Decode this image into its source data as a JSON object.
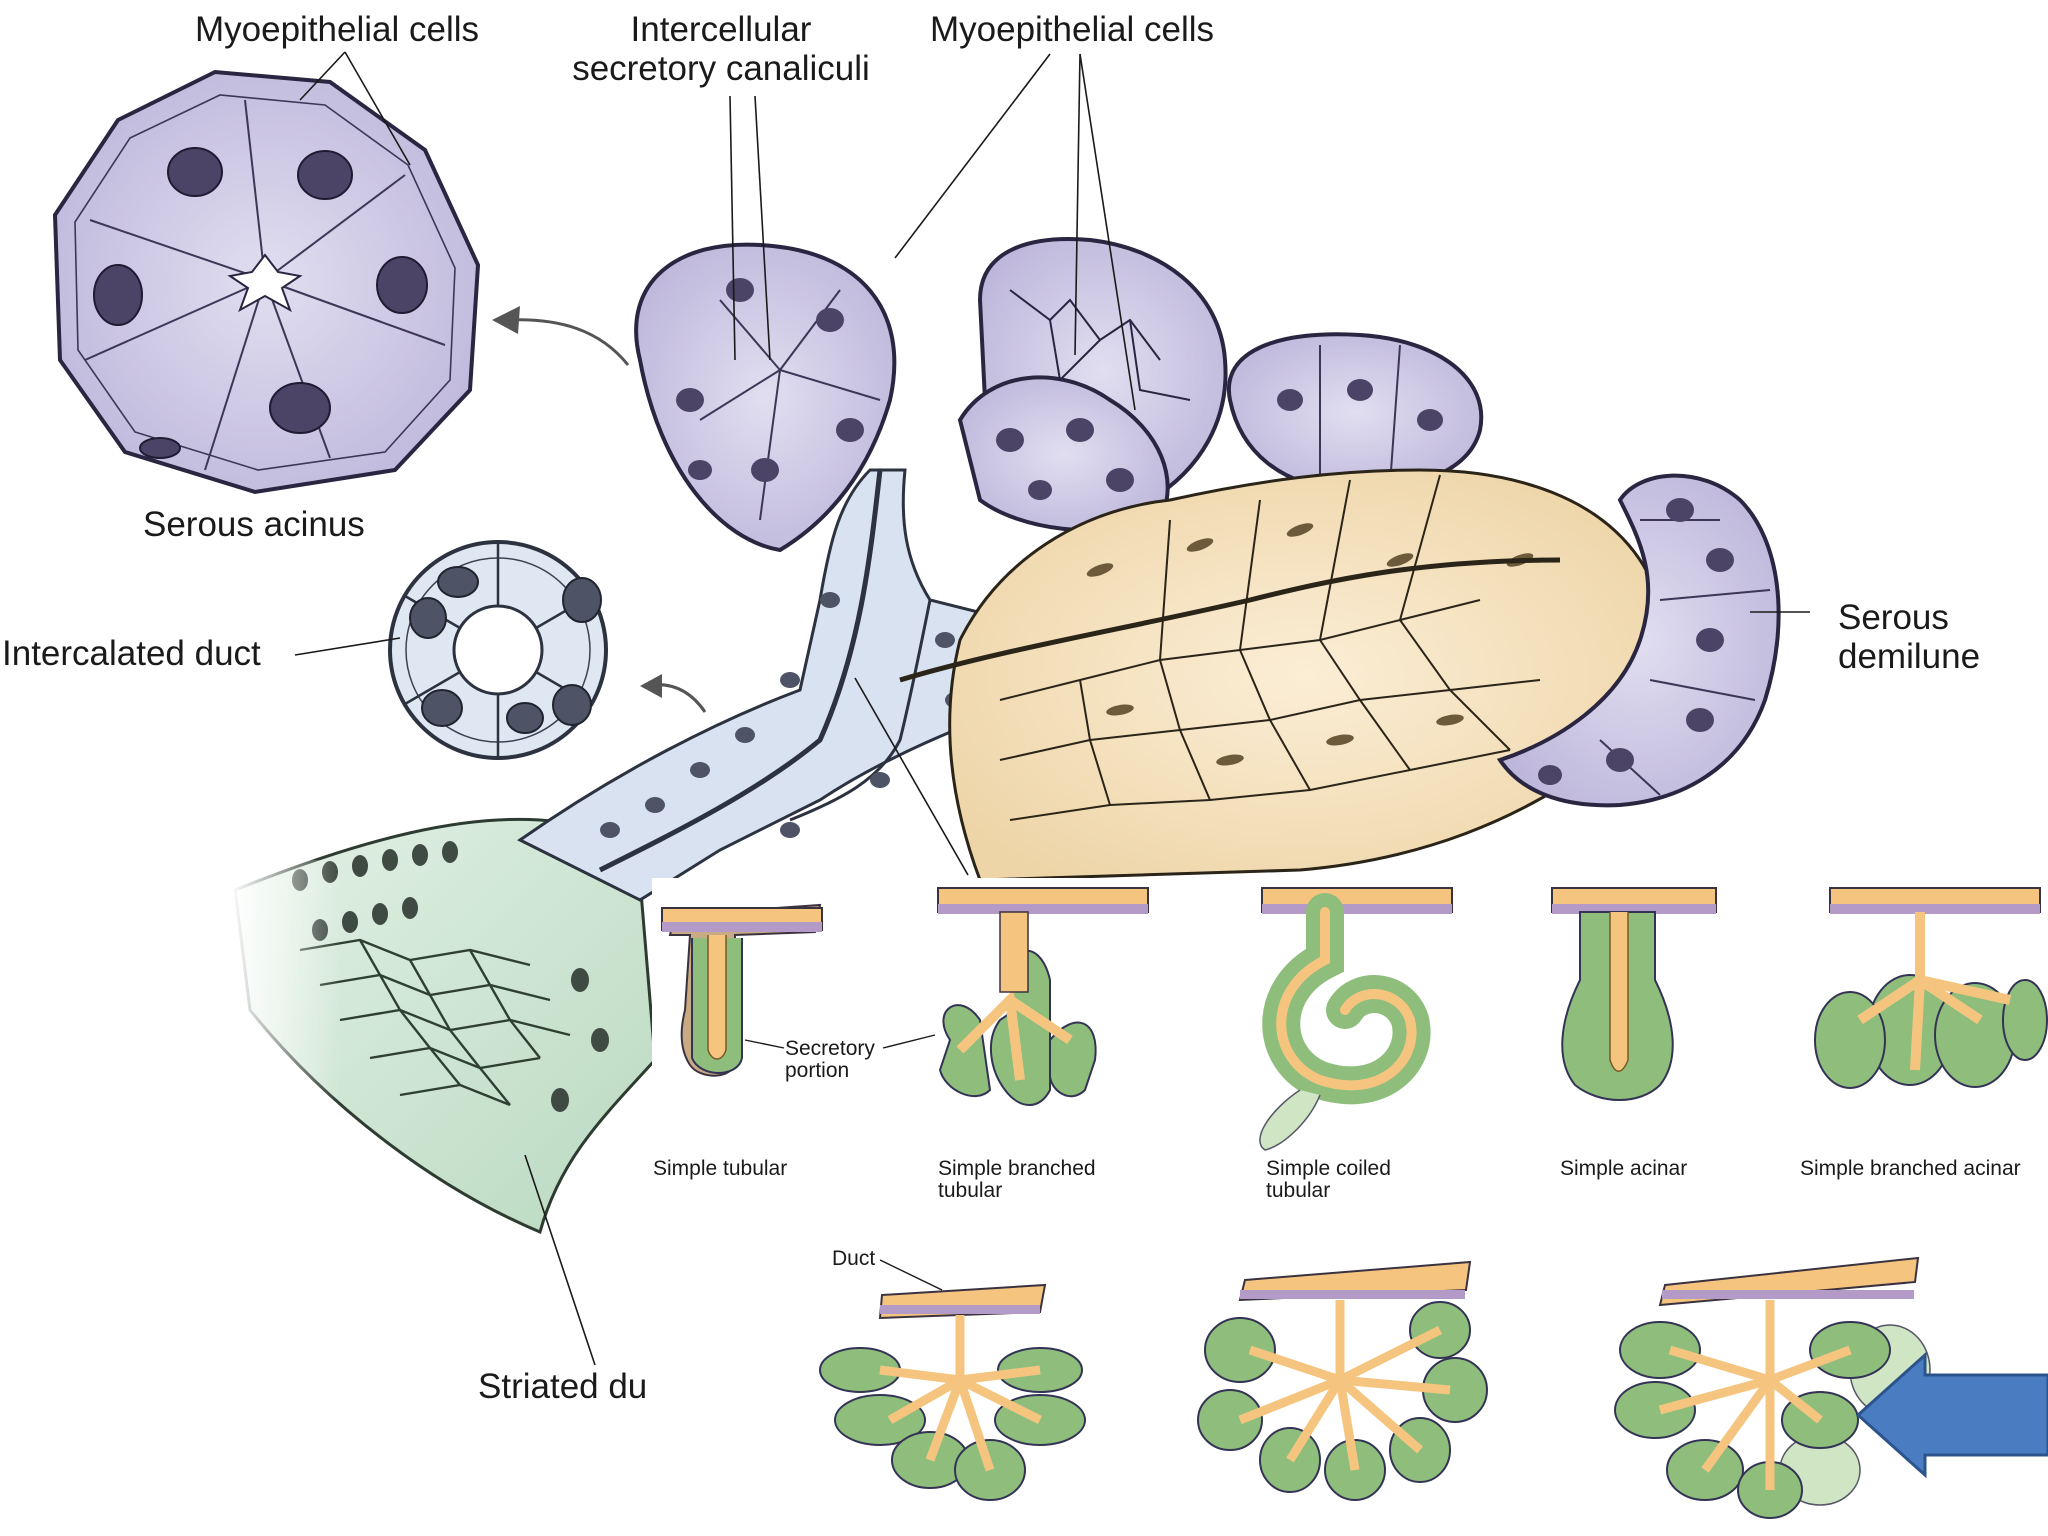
{
  "top_illustration": {
    "labels": {
      "myoepithelial_left": "Myoepithelial cells",
      "canaliculi_line1": "Intercellular",
      "canaliculi_line2": "secretory canaliculi",
      "myoepithelial_right": "Myoepithelial cells",
      "serous_acinus": "Serous acinus",
      "intercalated_duct": "Intercalated duct",
      "serous_demilune_line1": "Serous",
      "serous_demilune_line2": "demilune",
      "striated_duct": "Striated du"
    },
    "colors": {
      "serous": "#cfcbe6",
      "mucous": "#f6e4c2",
      "intercalated": "#d8e2f0",
      "striated": "#cfe6d4"
    }
  },
  "gland_types": {
    "secretory_label_line1": "Secretory",
    "secretory_label_line2": "portion",
    "duct_label": "Duct",
    "row1": [
      {
        "line1": "Simple tubular",
        "line2": ""
      },
      {
        "line1": "Simple branched",
        "line2": "tubular"
      },
      {
        "line1": "Simple coiled",
        "line2": "tubular"
      },
      {
        "line1": "Simple acinar",
        "line2": ""
      },
      {
        "line1": "Simple branched acinar",
        "line2": ""
      }
    ],
    "colors": {
      "duct": "#f5c580",
      "secretory": "#8fbe7c",
      "cap": "#b39ac7"
    }
  },
  "arrow": {
    "color": "#4a7cc2",
    "icon": "left-arrow-icon"
  }
}
